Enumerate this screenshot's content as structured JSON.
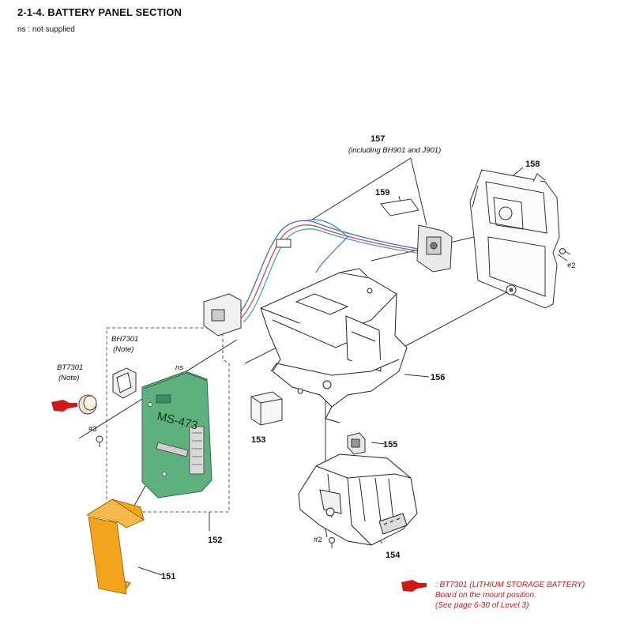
{
  "header": {
    "title": "2-1-4. BATTERY PANEL SECTION",
    "subtitle": "ns : not supplied"
  },
  "parts": {
    "p151": "151",
    "p152": "152",
    "p153": "153",
    "p154": "154",
    "p155": "155",
    "p156": "156",
    "p157": "157",
    "p157_note": "(including BH901 and J901)",
    "p158": "158",
    "p159": "159",
    "bh7301": "BH7301",
    "bh7301_note": "(Note)",
    "bt7301": "BT7301",
    "bt7301_note": "(Note)",
    "ns": "ns",
    "board_label": "MS-473",
    "screw3": "#3",
    "screw2a": "#2",
    "screw2b": "#2"
  },
  "note": {
    "line1": ": BT7301 (LITHIUM STORAGE BATTERY)",
    "line2": "Board on the mount position.",
    "line3": "(See page 6-30 of Level 3)"
  },
  "colors": {
    "board": "#5fb07f",
    "flex_cable": "#f2a51c",
    "note_red": "#d01818"
  }
}
